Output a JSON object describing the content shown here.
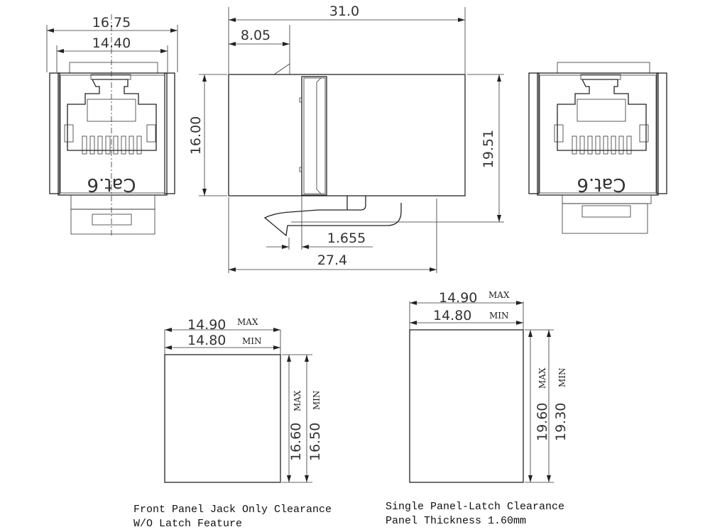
{
  "front_view": {
    "width_outer": "16.75",
    "width_inner": "14.40",
    "marking": "Cat.6"
  },
  "side_view": {
    "length_total": "31.0",
    "latch_offset": "8.05",
    "height": "16.00",
    "height_with_latch": "19.51",
    "latch_tip": "1.655",
    "length_body": "27.4"
  },
  "rear_view": {
    "marking": "Cat.6"
  },
  "cutout_front": {
    "width_max": "14.90",
    "width_max_label": "MAX",
    "width_min": "14.80",
    "width_min_label": "MIN",
    "height_max": "16.60",
    "height_max_label": "MAX",
    "height_min": "16.50",
    "height_min_label": "MIN",
    "caption_line1": "Front Panel Jack Only Clearance",
    "caption_line2": "W/O Latch Feature"
  },
  "cutout_panel": {
    "width_max": "14.90",
    "width_max_label": "MAX",
    "width_min": "14.80",
    "width_min_label": "MIN",
    "height_max": "19.60",
    "height_max_label": "MAX",
    "height_min": "19.30",
    "height_min_label": "MIN",
    "caption_line1": "Single Panel-Latch Clearance",
    "caption_line2": "Panel Thickness 1.60mm"
  }
}
